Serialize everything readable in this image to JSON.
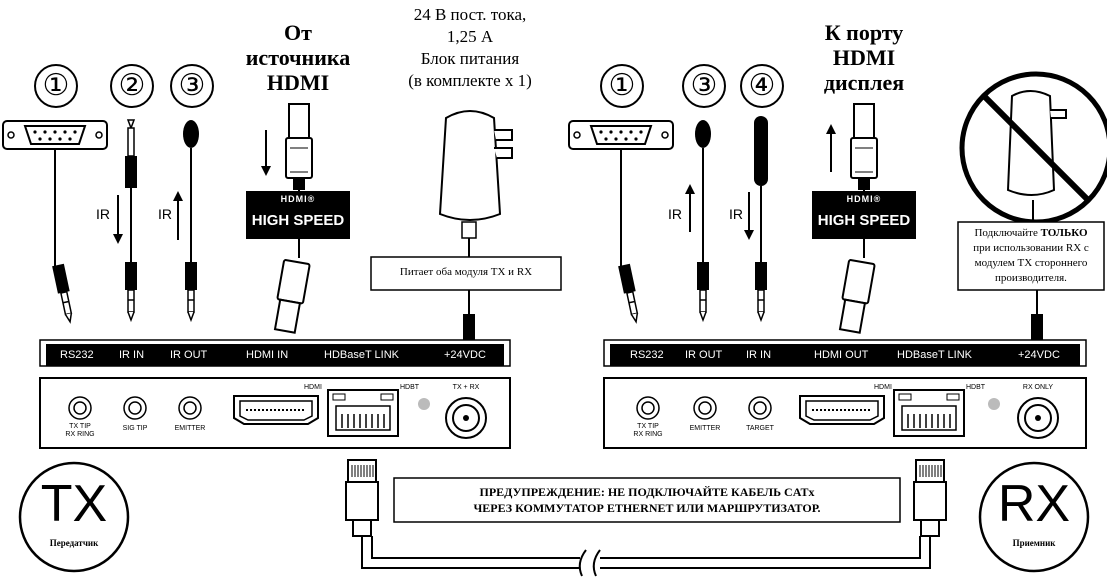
{
  "heading_tx_source": [
    "От",
    "источника",
    "HDMI"
  ],
  "heading_rx_display": [
    "К порту",
    "HDMI",
    "дисплея"
  ],
  "power_supply": {
    "line1": "24 В пост. тока,",
    "line2": "1,25 А",
    "line3": "Блок питания",
    "line4": "(в комплекте x 1)",
    "note": "Питает оба модуля TX и RX"
  },
  "rx_power_note": {
    "pre": "Подключайте ",
    "bold": "ТОЛЬКО",
    "line2": "при использовании RX с",
    "line3": "модулем TX стороннего",
    "line4": "производителя."
  },
  "numbers": {
    "tx": [
      "①",
      "②",
      "③"
    ],
    "rx": [
      "①",
      "③",
      "④"
    ]
  },
  "ir_label": "IR",
  "hdmi_logo": "HDMI®",
  "hdmi_high_speed": "HIGH SPEED",
  "tx_bar": [
    "RS232",
    "IR IN",
    "IR OUT",
    "HDMI IN",
    "HDBaseT LINK",
    "+24VDC"
  ],
  "rx_bar": [
    "RS232",
    "IR OUT",
    "IR IN",
    "HDMI OUT",
    "HDBaseT LINK",
    "+24VDC"
  ],
  "tx_panel": {
    "jacks": [
      "TX TIP\nRX RING",
      "SIG TIP",
      "EMITTER"
    ],
    "hdmi": "HDMI",
    "hdbt": "HDBT",
    "power": "TX + RX"
  },
  "rx_panel": {
    "jacks": [
      "TX TIP\nRX RING",
      "EMITTER",
      "TARGET"
    ],
    "hdmi": "HDMI",
    "hdbt": "HDBT",
    "power": "RX ONLY"
  },
  "warning": [
    "ПРЕДУПРЕЖДЕНИЕ: НЕ ПОДКЛЮЧАЙТЕ КАБЕЛЬ CATx",
    "ЧЕРЕЗ КОММУТАТОР ETHERNET ИЛИ МАРШРУТИЗАТОР."
  ],
  "tx_badge": {
    "big": "TX",
    "small": "Передатчик"
  },
  "rx_badge": {
    "big": "RX",
    "small": "Приемник"
  }
}
